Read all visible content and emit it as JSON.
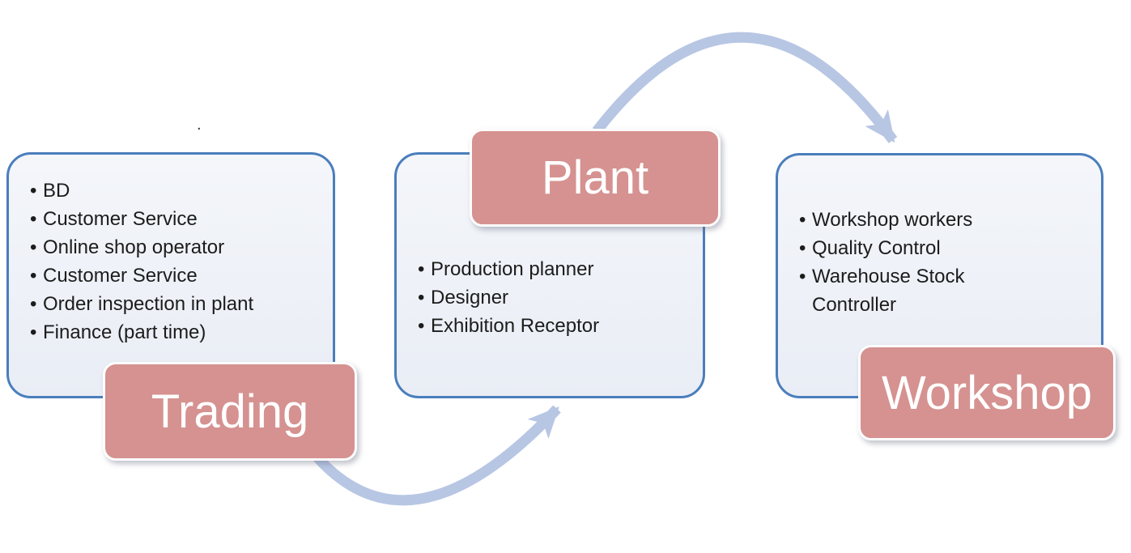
{
  "ui": {
    "bullet": "•",
    "stray_mark": "."
  },
  "colors": {
    "box_border": "#4a7ebc",
    "box_fill_top": "#f4f6fa",
    "box_fill_bottom": "#e9edf5",
    "label_fill": "#d59290",
    "label_text": "#ffffff",
    "arrow": "#b7c6e3",
    "body_text": "#1c1c1c"
  },
  "diagram": {
    "type": "process-flow",
    "groups": [
      {
        "label": "Trading",
        "items": [
          "BD",
          "Customer Service",
          "Online shop operator",
          "Customer Service",
          "Order inspection in plant",
          "Finance (part time)"
        ]
      },
      {
        "label": "Plant",
        "items": [
          "Production planner",
          "Designer",
          "Exhibition Receptor"
        ]
      },
      {
        "label": "Workshop",
        "items": [
          "Workshop workers",
          "Quality Control",
          "Warehouse Stock Controller"
        ]
      }
    ],
    "connections": [
      {
        "from": "Trading",
        "to": "Plant",
        "shape": "curved-arrow-below"
      },
      {
        "from": "Plant",
        "to": "Workshop",
        "shape": "curved-arrow-above"
      }
    ]
  }
}
